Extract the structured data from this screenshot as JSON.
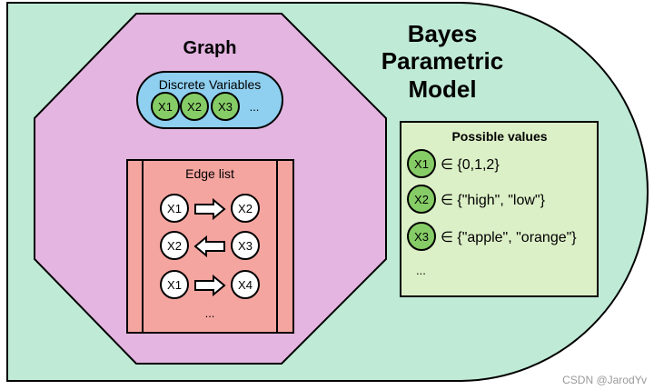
{
  "colors": {
    "outer_fill": "#bfead6",
    "octagon_fill": "#e3b5e0",
    "vars_fill": "#8fcff0",
    "node_green": "#86cc66",
    "edge_list_fill": "#f5a5a0",
    "possible_fill": "#dcf0c7",
    "node_white": "#ffffff",
    "stroke": "#000000"
  },
  "model_title": [
    "Bayes",
    "Parametric",
    "Model"
  ],
  "graph": {
    "title": "Graph",
    "discrete_variables": {
      "label": "Discrete Variables",
      "nodes": [
        "X1",
        "X2",
        "X3"
      ],
      "ellipsis": "..."
    },
    "edge_list": {
      "label": "Edge list",
      "edges": [
        {
          "from": "X1",
          "to": "X2",
          "direction": "right"
        },
        {
          "from": "X2",
          "to": "X3",
          "direction": "left"
        },
        {
          "from": "X1",
          "to": "X4",
          "direction": "right"
        }
      ],
      "ellipsis": "..."
    }
  },
  "possible_values": {
    "title": "Possible values",
    "rows": [
      {
        "node": "X1",
        "text": "∈ {0,1,2}"
      },
      {
        "node": "X2",
        "text": "∈ {\"high\", \"low\"}"
      },
      {
        "node": "X3",
        "text": "∈ {\"apple\", \"orange\"}"
      }
    ],
    "ellipsis": "..."
  },
  "watermark": "CSDN @JarodYv"
}
